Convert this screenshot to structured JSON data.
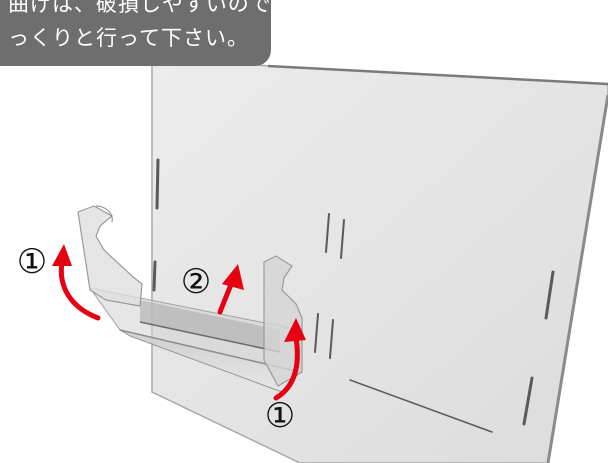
{
  "callout": {
    "line1": "曲げは、破損しやすいので",
    "line2": "っくりと行って下さい。"
  },
  "steps": {
    "left_one": "①",
    "center_two": "②",
    "bottom_one": "①"
  },
  "colors": {
    "arrow": "#e60012",
    "panel": "#e6e6e6",
    "panel_edge": "#9a9a9a",
    "callout_bg": "#6e6e6e",
    "slot": "#5a5a5a"
  }
}
